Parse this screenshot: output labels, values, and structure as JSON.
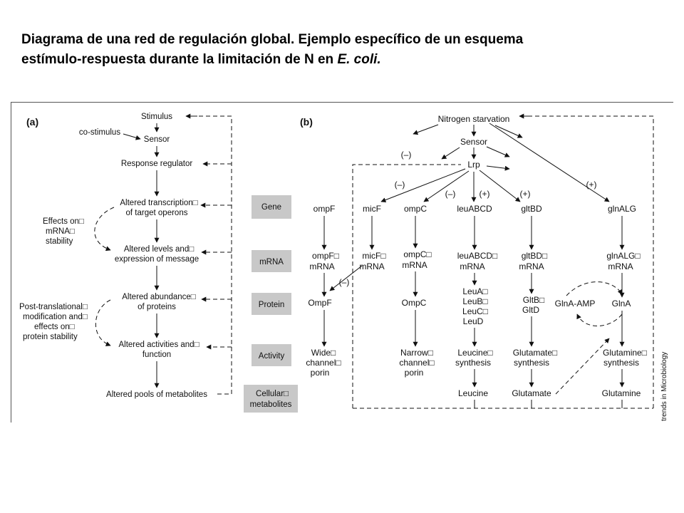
{
  "title": {
    "line1": "Diagrama de una red de regulación global. Ejemplo específico de un esquema",
    "line2_plain": "estímulo-respuesta durante la limitación de N en ",
    "line2_italic": "E. coli."
  },
  "panel_a": {
    "label": "(a)",
    "nodes": {
      "stimulus": "Stimulus",
      "co_stimulus": "co-stimulus",
      "sensor": "Sensor",
      "response_regulator": "Response regulator",
      "altered_transcription_1": "Altered transcription□",
      "altered_transcription_2": "of target operons",
      "altered_levels_1": "Altered levels and□",
      "altered_levels_2": "expression of message",
      "altered_abundance_1": "Altered abundance□",
      "altered_abundance_2": "of proteins",
      "altered_activities_1": "Altered activities and□",
      "altered_activities_2": "function",
      "altered_pools": "Altered pools of metabolites"
    },
    "side_notes": {
      "mrna_stability_1": "Effects on□",
      "mrna_stability_2": "mRNA□",
      "mrna_stability_3": "stability",
      "post_translational_1": "Post-translational□",
      "post_translational_2": "modification and□",
      "post_translational_3": "effects on□",
      "post_translational_4": "protein stability"
    }
  },
  "levels": {
    "gene": "Gene",
    "mrna": "mRNA",
    "protein": "Protein",
    "activity": "Activity",
    "metabolites_1": "Cellular□",
    "metabolites_2": "metabolites"
  },
  "panel_b": {
    "label": "(b)",
    "nitrogen_starvation": "Nitrogen starvation",
    "sensor": "Sensor",
    "lrp": "Lrp",
    "signs": {
      "minus": "(–)",
      "plus": "(+)"
    },
    "genes": {
      "ompF": "ompF",
      "micF": "micF",
      "ompC": "ompC",
      "leuABCD": "leuABCD",
      "gltBD": "gltBD",
      "glnALG": "glnALG"
    },
    "mrna": {
      "ompF_1": "ompF□",
      "micF_1": "micF□",
      "ompC_1": "ompC□",
      "leuABCD_1": "leuABCD□",
      "gltBD_1": "gltBD□",
      "glnALG_1": "glnALG□",
      "word": "mRNA"
    },
    "proteins": {
      "ompF": "OmpF",
      "ompC": "OmpC",
      "leuA": "LeuA□",
      "leuB": "LeuB□",
      "leuC": "LeuC□",
      "leuD": "LeuD",
      "gltB": "GltB□",
      "gltD": "GltD",
      "glnA_amp": "GlnA-AMP",
      "glnA": "GlnA"
    },
    "activities": {
      "wide_1": "Wide□",
      "wide_2": "channel□",
      "wide_3": "porin",
      "narrow_1": "Narrow□",
      "narrow_2": "channel□",
      "narrow_3": "porin",
      "leucine_1": "Leucine□",
      "leucine_2": "synthesis",
      "glutamate_1": "Glutamate□",
      "glutamate_2": "synthesis",
      "glutamine_1": "Glutamine□",
      "glutamine_2": "synthesis"
    },
    "metabolites": {
      "leucine": "Leucine",
      "glutamate": "Glutamate",
      "glutamine": "Glutamine"
    }
  },
  "watermark": "trends in Microbiology"
}
